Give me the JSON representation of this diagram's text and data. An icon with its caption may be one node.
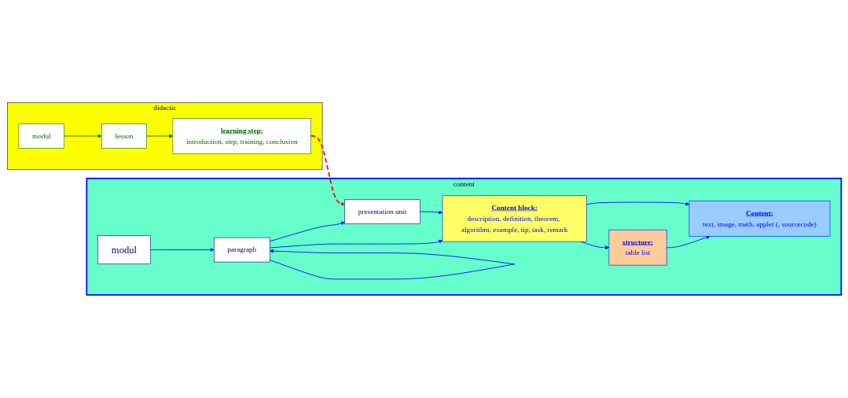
{
  "diagram": {
    "nodes": [
      {
        "text": [
          "content"
        ]
      },
      {
        "text": [
          "modul"
        ],
        "in": 0
      },
      {
        "text": [
          "paragraph"
        ],
        "in": 0
      },
      {
        "text": [
          "presentation unit"
        ],
        "in": 0
      },
      {
        "text": [
          "structure:",
          "table list"
        ],
        "in": 0
      },
      {
        "text": [
          "Content block:",
          "description, definition, theorem, algorithm, example, tip, task, remark"
        ],
        "in": 0
      },
      {
        "text": [
          "Content:",
          "text, image, math, applet (, sourcecode)"
        ],
        "in": 0
      },
      {
        "text": [
          "didactic"
        ]
      },
      {
        "text": [
          "modul"
        ],
        "in": 7
      },
      {
        "text": [
          "lesson"
        ],
        "in": 7
      },
      {
        "text": [
          "learning step:",
          "introduction, step, training, conclusion"
        ],
        "in": 7
      }
    ],
    "edges": [
      {
        "from": 1,
        "to": 2,
        "arrow": "to"
      },
      {
        "from": 2,
        "to": 2,
        "arrow": "to"
      },
      {
        "from": 2,
        "to": 3,
        "arrow": "to"
      },
      {
        "from": 2,
        "to": 5,
        "arrow": "to"
      },
      {
        "from": 3,
        "to": 5,
        "arrow": "to"
      },
      {
        "from": 5,
        "to": 4,
        "arrow": "to"
      },
      {
        "from": 4,
        "to": 6,
        "arrow": "to"
      },
      {
        "from": 5,
        "to": 6,
        "arrow": "to"
      },
      {
        "from": 8,
        "to": 9,
        "arrow": "to",
        "color": "#006600"
      },
      {
        "from": 9,
        "to": 10,
        "arrow": "to",
        "color": "#006600"
      },
      {
        "from": 10,
        "to": 3,
        "arrow": "to",
        "style": "dashed",
        "color": "#ff0000"
      }
    ]
  }
}
